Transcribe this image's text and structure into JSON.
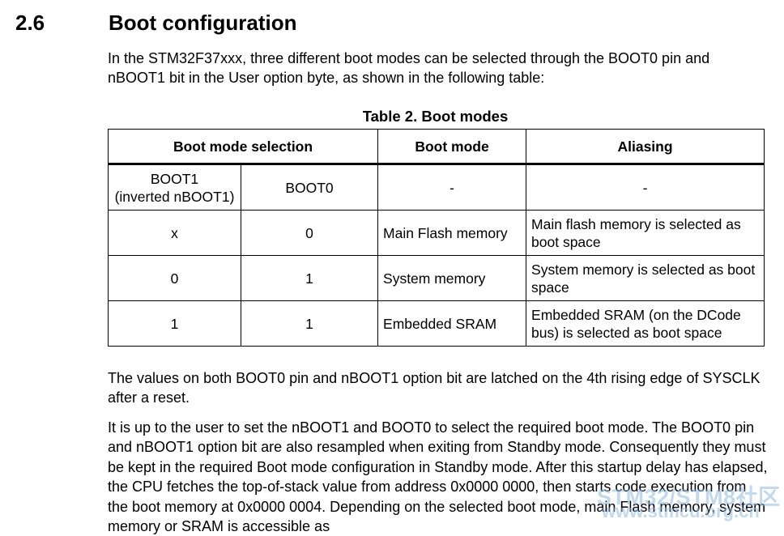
{
  "section": {
    "number": "2.6",
    "title": "Boot configuration"
  },
  "intro": "In the STM32F37xxx, three different boot modes can be selected through the BOOT0 pin and nBOOT1 bit in the User option byte, as shown in the following table:",
  "table": {
    "caption": "Table 2. Boot modes",
    "headers": {
      "boot_mode_selection": "Boot mode selection",
      "boot_mode": "Boot mode",
      "aliasing": "Aliasing"
    },
    "subheader": {
      "boot1": "BOOT1",
      "boot1_note": "(inverted nBOOT1)",
      "boot0": "BOOT0",
      "boot_mode": "-",
      "aliasing": "-"
    },
    "rows": [
      {
        "boot1": "x",
        "boot0": "0",
        "boot_mode": "Main Flash memory",
        "aliasing": "Main flash memory is selected as boot space"
      },
      {
        "boot1": "0",
        "boot0": "1",
        "boot_mode": "System memory",
        "aliasing": "System memory is selected as boot space"
      },
      {
        "boot1": "1",
        "boot0": "1",
        "boot_mode": "Embedded SRAM",
        "aliasing": "Embedded SRAM (on the DCode bus) is selected as boot space"
      }
    ]
  },
  "paragraph_latch": "The values on both BOOT0 pin and nBOOT1 option bit are latched on the 4th rising edge of SYSCLK after a reset.",
  "paragraph_user": "It is up to the user to set the nBOOT1 and BOOT0 to select the required boot mode. The BOOT0 pin and nBOOT1 option bit are also resampled when exiting from Standby mode. Consequently they must be kept in the required Boot mode configuration in Standby mode. After this startup delay has elapsed, the CPU fetches the top-of-stack value from address 0x0000 0000, then starts code execution from the boot memory at 0x0000 0004. Depending on the selected boot mode, main Flash memory, system memory or SRAM is accessible as",
  "watermark": {
    "line1": "STM32/STM8社区",
    "line2": "www.stmcu.org.cn"
  }
}
